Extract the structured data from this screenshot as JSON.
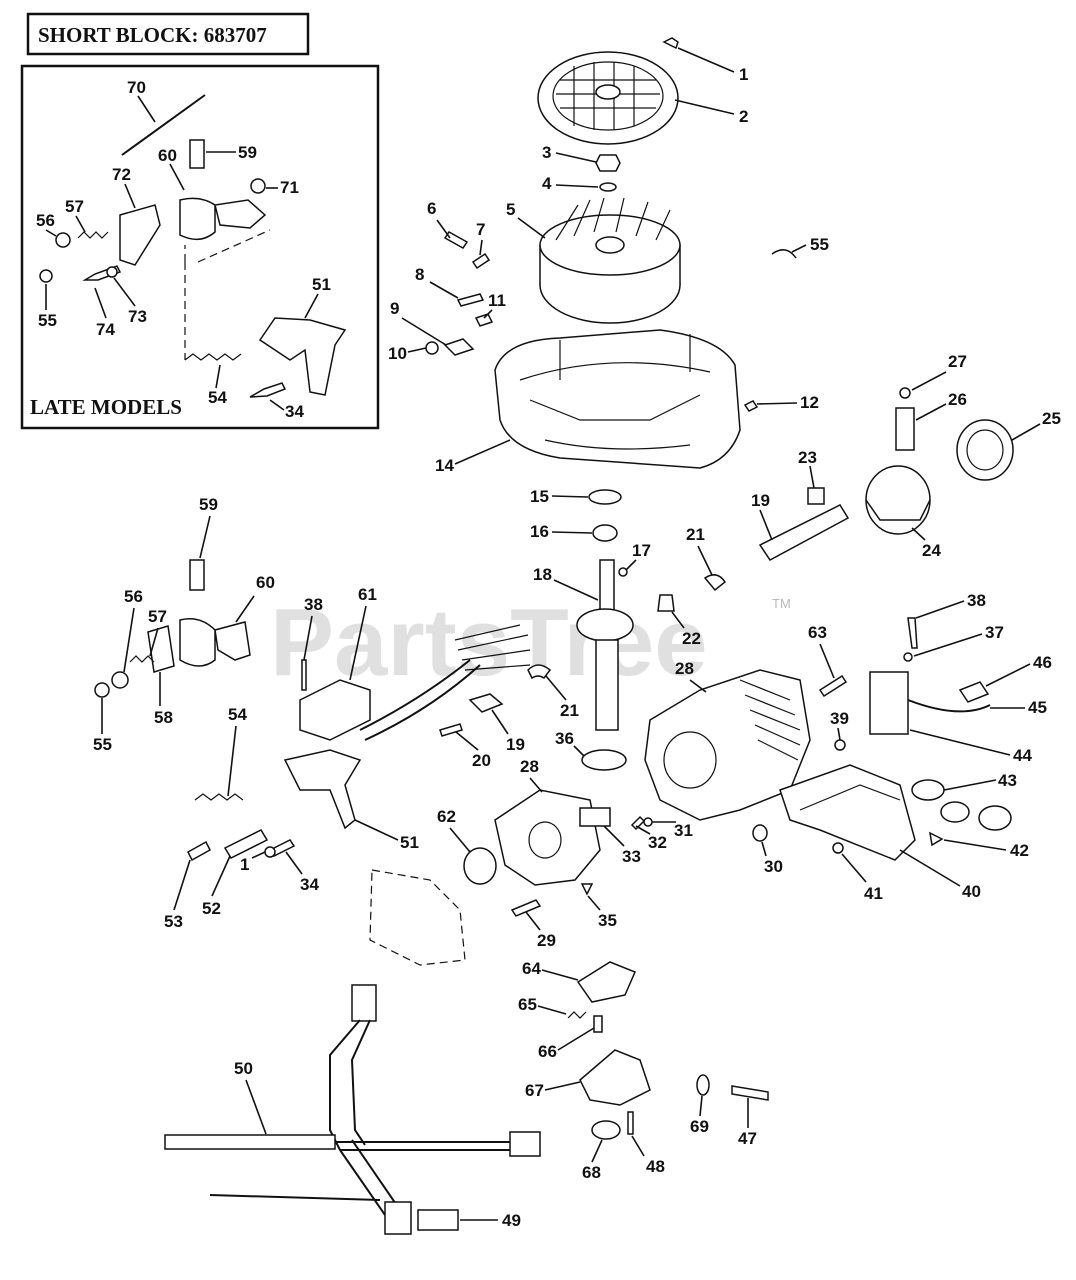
{
  "header": {
    "title": "SHORT BLOCK: 683707"
  },
  "inset": {
    "caption": "LATE MODELS",
    "labels": [
      "70",
      "59",
      "60",
      "71",
      "72",
      "57",
      "56",
      "55",
      "74",
      "73",
      "51",
      "54",
      "34"
    ]
  },
  "watermark": {
    "text": "PartsTree",
    "tm": "TM"
  },
  "parts": [
    "1",
    "2",
    "3",
    "4",
    "5",
    "6",
    "7",
    "55",
    "8",
    "11",
    "9",
    "10",
    "12",
    "14",
    "27",
    "26",
    "25",
    "23",
    "19",
    "24",
    "15",
    "16",
    "17",
    "21",
    "18",
    "22",
    "59",
    "60",
    "56",
    "57",
    "38",
    "61",
    "58",
    "55",
    "54",
    "63",
    "38",
    "37",
    "46",
    "45",
    "44",
    "21",
    "20",
    "19",
    "36",
    "28",
    "39",
    "43",
    "42",
    "41",
    "40",
    "1",
    "34",
    "53",
    "52",
    "51",
    "28",
    "62",
    "32",
    "31",
    "30",
    "33",
    "35",
    "29",
    "64",
    "65",
    "66",
    "67",
    "69",
    "47",
    "68",
    "48",
    "50",
    "49"
  ]
}
